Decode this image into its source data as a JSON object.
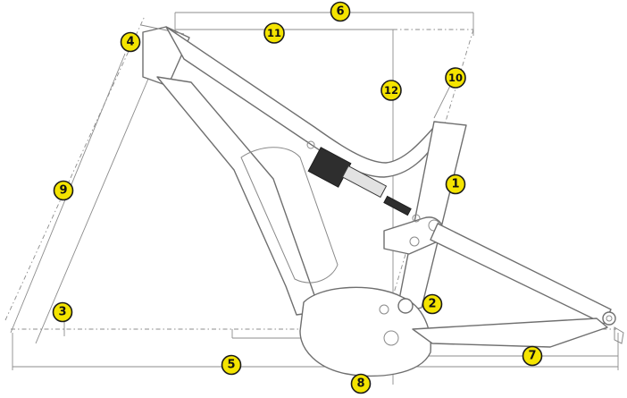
{
  "markers": [
    {
      "id": "m1",
      "label": "1"
    },
    {
      "id": "m2",
      "label": "2"
    },
    {
      "id": "m3",
      "label": "3"
    },
    {
      "id": "m4",
      "label": "4"
    },
    {
      "id": "m5",
      "label": "5"
    },
    {
      "id": "m6",
      "label": "6"
    },
    {
      "id": "m7",
      "label": "7"
    },
    {
      "id": "m8",
      "label": "8"
    },
    {
      "id": "m9",
      "label": "9"
    },
    {
      "id": "m10",
      "label": "10"
    },
    {
      "id": "m11",
      "label": "11"
    },
    {
      "id": "m12",
      "label": "12"
    }
  ],
  "colors": {
    "badge_fill": "#f4e400",
    "badge_stroke": "#1a1a1a",
    "frame_stroke": "#6f6f6f",
    "dimension_stroke": "#8c8c8c",
    "shock_body": "#2e2e2e"
  }
}
